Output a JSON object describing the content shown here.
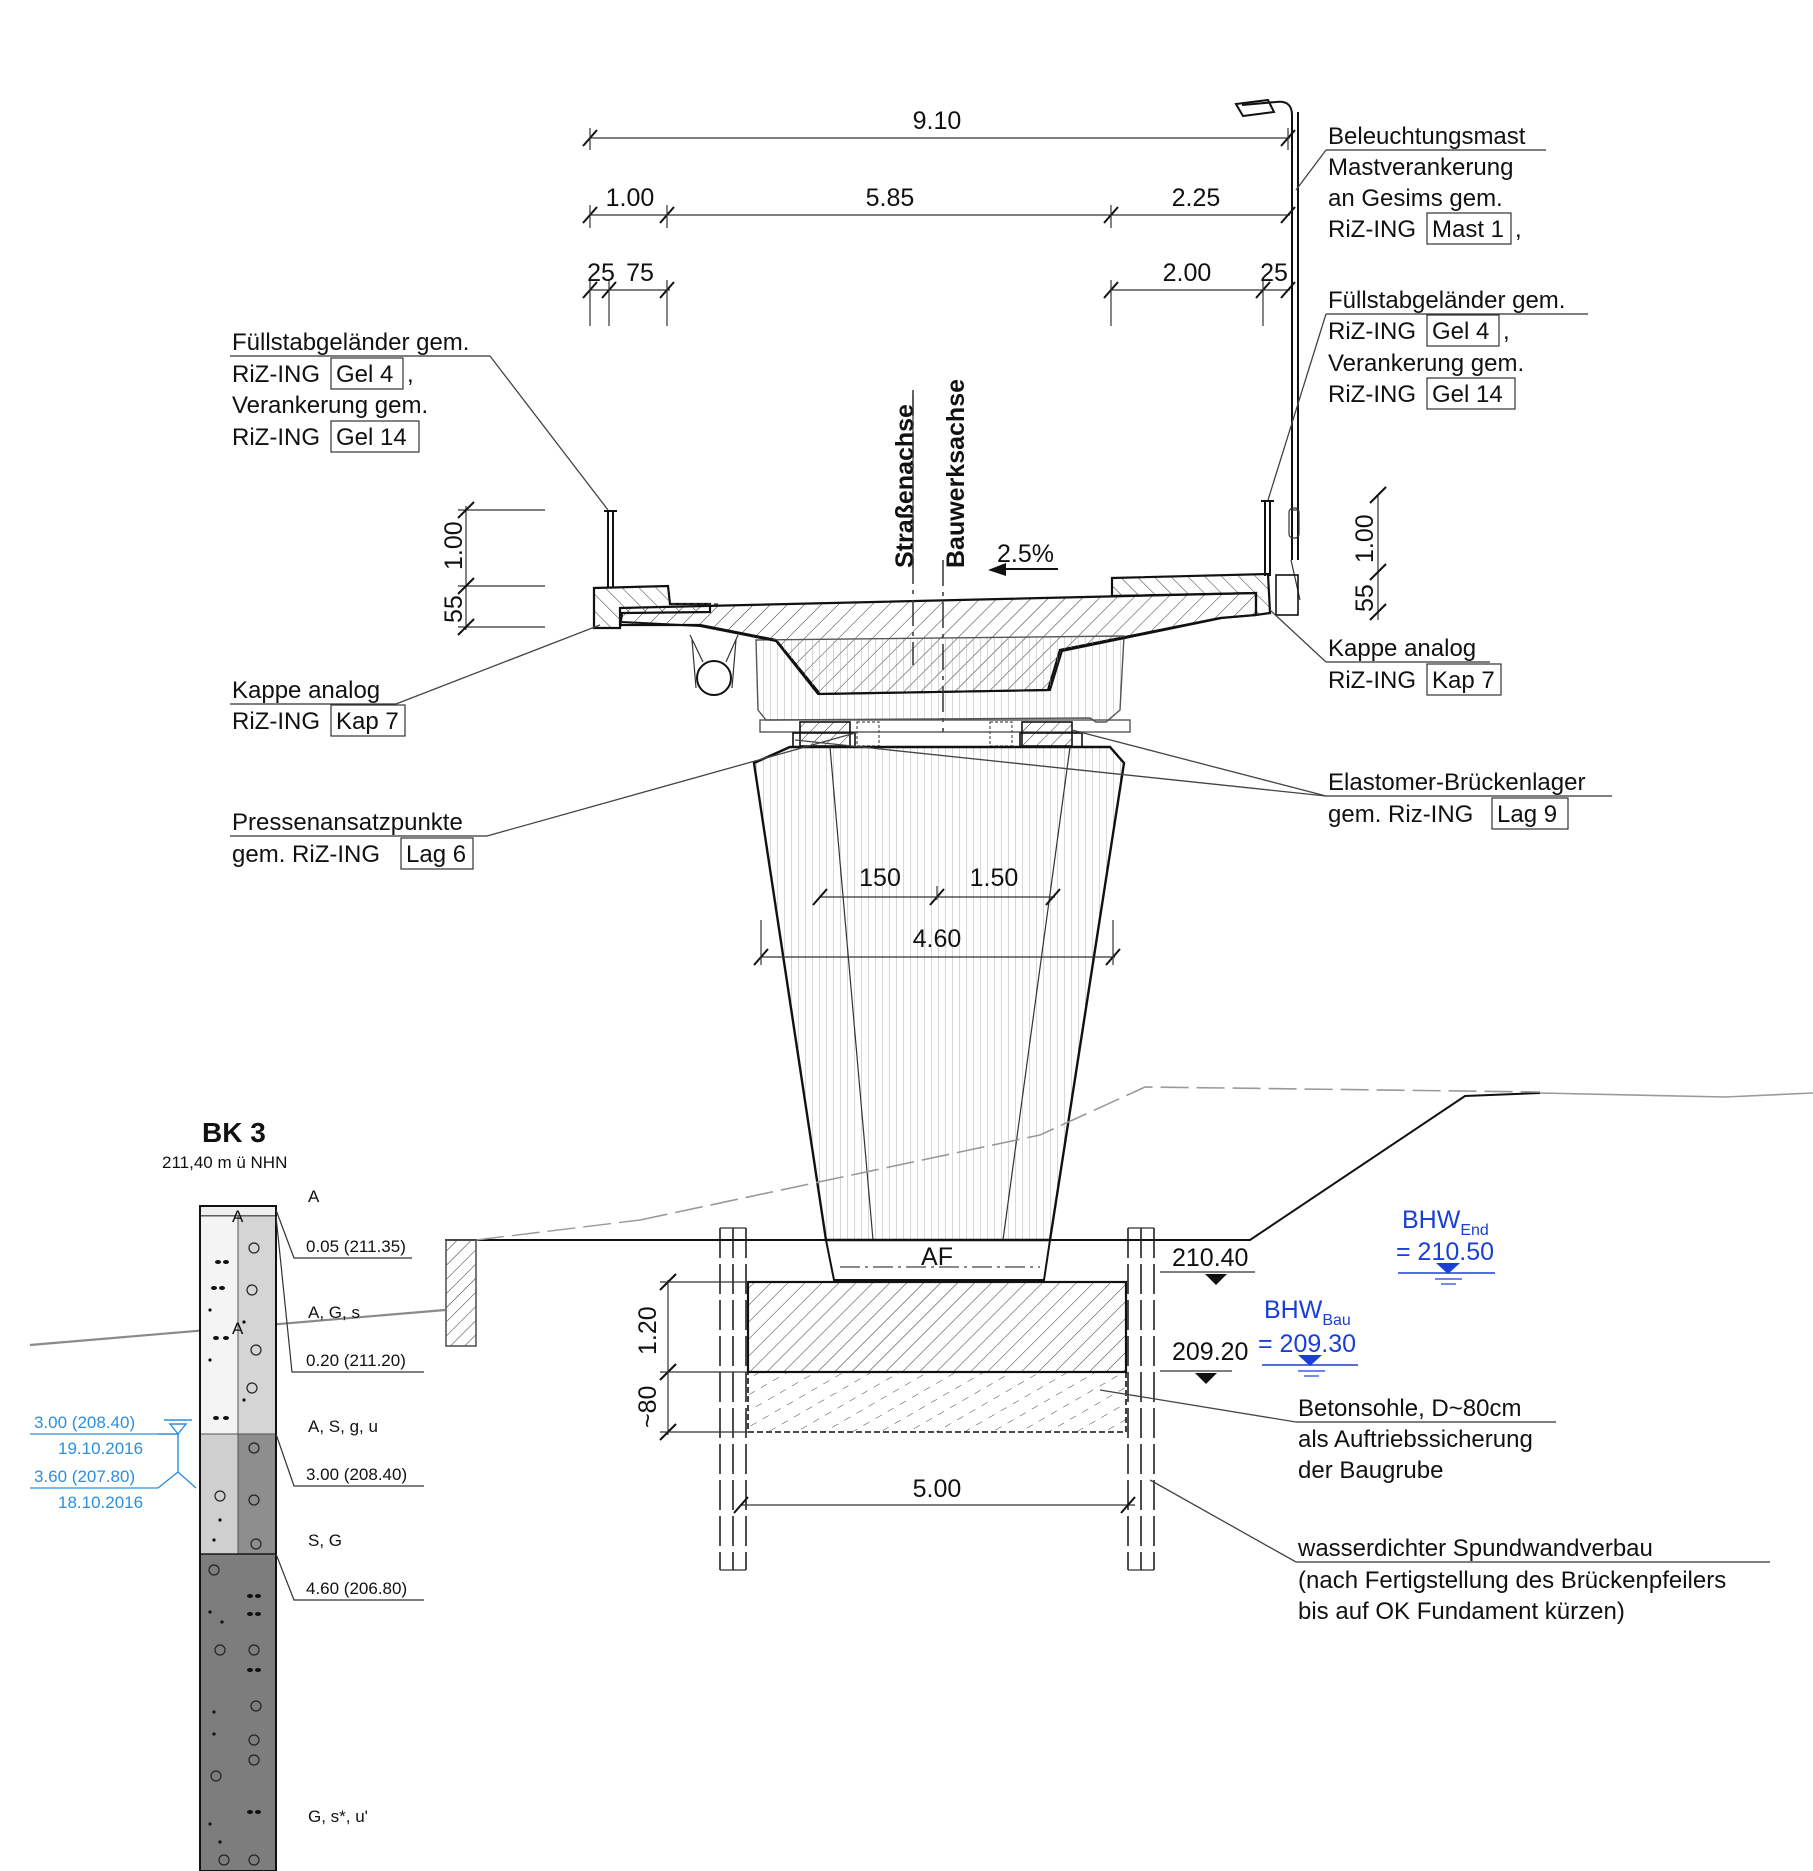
{
  "dimensions": {
    "overall": "9.10",
    "left_cap": "1.00",
    "carriageway": "5.85",
    "right_cap": "2.25",
    "left_25": "25",
    "left_75": "75",
    "right_200": "2.00",
    "right_25": "25",
    "left_railing_height": "1.00",
    "left_cap_height": "55",
    "right_railing_height": "1.00",
    "right_cap_height": "55",
    "pier_half_left": "150",
    "pier_half_right": "1.50",
    "pier_bottom_width": "4.60",
    "foundation_height": "1.20",
    "sole_height": "~80",
    "pit_width": "5.00"
  },
  "axes": {
    "road_axis": "Straßenachse",
    "structure_axis": "Bauwerksachse",
    "slope": "2.5%"
  },
  "labels": {
    "lighting_mast": [
      "Beleuchtungsmast",
      "Mastverankerung",
      "an Gesims gem."
    ],
    "lighting_mast_ref_prefix": "RiZ-ING",
    "lighting_mast_ref": "Mast 1",
    "railing_left_1": "Füllstabgeländer gem.",
    "railing_left_2_prefix": "RiZ-ING",
    "railing_left_2_ref": "Gel 4",
    "railing_left_3": "Verankerung gem.",
    "railing_left_4_prefix": "RiZ-ING",
    "railing_left_4_ref": "Gel 14",
    "railing_right_1": "Füllstabgeländer gem.",
    "railing_right_2_prefix": "RiZ-ING",
    "railing_right_2_ref": "Gel 4",
    "railing_right_3": "Verankerung gem.",
    "railing_right_4_prefix": "RiZ-ING",
    "railing_right_4_ref": "Gel 14",
    "cap_left_1": "Kappe analog",
    "cap_left_2_prefix": "RiZ-ING",
    "cap_left_2_ref": "Kap 7",
    "cap_right_1": "Kappe analog",
    "cap_right_2_prefix": "RiZ-ING",
    "cap_right_2_ref": "Kap 7",
    "press_1": "Pressenansatzpunkte",
    "press_2_prefix": "gem. RiZ-ING",
    "press_2_ref": "Lag 6",
    "bearing_1": "Elastomer-Brückenlager",
    "bearing_2_prefix": "gem. Riz-ING",
    "bearing_2_ref": "Lag 9",
    "af": "AF",
    "sole_1": "Betonsohle, D~80cm",
    "sole_2": "als Auftriebssicherung",
    "sole_3": "der Baugrube",
    "sheet_1": "wasserdichter Spundwandverbau",
    "sheet_2": "(nach Fertigstellung des Brückenpfeilers",
    "sheet_3": "bis auf OK Fundament kürzen)"
  },
  "levels": {
    "ground": "210.40",
    "foundation_bottom": "209.20",
    "bhw_end_label": "BHW",
    "bhw_end_sub": "End",
    "bhw_end_value": "= 210.50",
    "bhw_bau_label": "BHW",
    "bhw_bau_sub": "Bau",
    "bhw_bau_value": "= 209.30"
  },
  "borehole": {
    "title": "BK 3",
    "elevation": "211,40 m ü NHN",
    "layers": [
      {
        "code": "A",
        "depth": "0.05 (211.35)"
      },
      {
        "code": "A, G, s",
        "depth": "0.20 (211.20)"
      },
      {
        "code": "A, S, g, u",
        "depth": "3.00 (208.40)"
      },
      {
        "code": "S, G",
        "depth": "4.60 (206.80)"
      },
      {
        "code": "G, s*, u'",
        "depth": ""
      }
    ],
    "inner_marks": [
      "A",
      "A"
    ],
    "water_1_level": "3.00 (208.40)",
    "water_1_date": "19.10.2016",
    "water_2_level": "3.60 (207.80)",
    "water_2_date": "18.10.2016"
  },
  "colors": {
    "line": "#111111",
    "water_blue": "#1a3fd6",
    "groundwater_blue": "#2b8fe0",
    "soil_light": "#d9d9d9",
    "soil_mid": "#a9a9a9",
    "soil_dark": "#7a7a7a"
  }
}
